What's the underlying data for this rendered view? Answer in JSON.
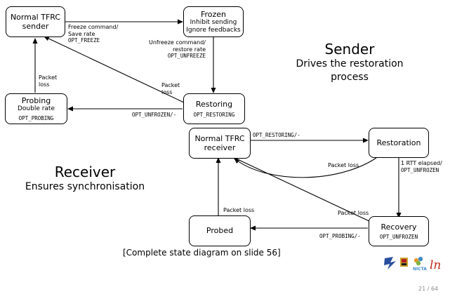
{
  "sender_panel": {
    "title": "Sender",
    "subtitle_lines": [
      "Drives the restoration",
      "process"
    ]
  },
  "receiver_panel": {
    "title": "Receiver",
    "subtitle": "Ensures synchronisation"
  },
  "sender_states": {
    "normal": {
      "name_lines": [
        "Normal TFRC",
        "sender"
      ]
    },
    "frozen": {
      "name": "Frozen",
      "sub_lines": [
        "Inhibit sending",
        "Ignore feedbacks"
      ]
    },
    "probing": {
      "name": "Probing",
      "sub": "Double rate",
      "code": "OPT_PROBING"
    },
    "restoring": {
      "name": "Restoring",
      "code": "OPT_RESTORING"
    }
  },
  "receiver_states": {
    "normal": {
      "name_lines": [
        "Normal TFRC",
        "receiver"
      ]
    },
    "restoration": {
      "name": "Restoration"
    },
    "recovery": {
      "name": "Recovery",
      "code": "OPT_UNFROZEN"
    },
    "probed": {
      "name": "Probed"
    }
  },
  "transitions": {
    "freeze": {
      "lines": [
        "Freeze command/",
        "Save rate"
      ],
      "code": "OPT_FREEZE"
    },
    "unfreeze": {
      "lines": [
        "Unfreeze command/",
        "restore rate"
      ],
      "code": "OPT_UNFREEZE"
    },
    "probing_loss": {
      "lines": [
        "Packet",
        "loss"
      ]
    },
    "restoring_loss": {
      "lines": [
        "Packet",
        "loss"
      ]
    },
    "unfrozen_to_probing": {
      "code": "OPT_UNFROZEN/-"
    },
    "restoring_to_restoration": {
      "code": "OPT_RESTORING/-"
    },
    "restoration_loss": {
      "text": "Packet loss"
    },
    "rtt_elapsed": {
      "text": "1 RTT elapsed/",
      "code": "OPT_UNFROZEN"
    },
    "recovery_loss": {
      "text": "Packet loss"
    },
    "probed_loss": {
      "text": "Packet loss"
    },
    "probing_to_probed": {
      "code": "OPT_PROBING/-"
    }
  },
  "footnote": "[Complete state diagram on slide 56]",
  "page_number": "21 / 64",
  "logo_texts": [
    "NICTA",
    "ln"
  ]
}
